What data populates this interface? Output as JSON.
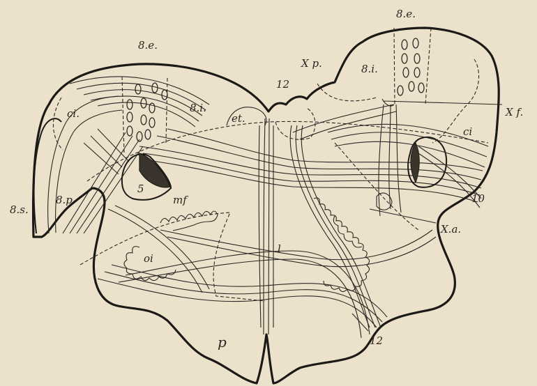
{
  "colors": {
    "paper": "#ece2cc",
    "ink": "#1c1a17"
  },
  "labels": {
    "8e_left": "8.e.",
    "8e_right": "8.e.",
    "Xp": "X p.",
    "8i_right": "8.i.",
    "12_top": "12",
    "ci_left": "ci.",
    "8i_left": "8.i.",
    "et": "et.",
    "Xf": "X f.",
    "ci_right": "ci",
    "5": "5",
    "mf": "mf",
    "8s": "8.s.",
    "8p": "8.p",
    "10": "10",
    "Xa": "X.a.",
    "oi": "oi",
    "l": "l",
    "12_bottom": "12",
    "p": "p"
  }
}
